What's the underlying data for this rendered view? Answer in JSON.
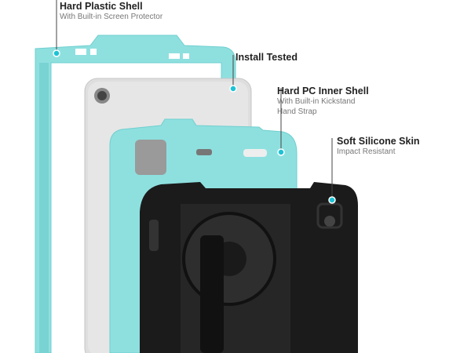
{
  "callouts": [
    {
      "title": "Hard Plastic Shell",
      "subtitle": [
        "With Built-in Screen Protector"
      ]
    },
    {
      "title": "Install Tested",
      "subtitle": []
    },
    {
      "title": "Hard PC Inner Shell",
      "subtitle": [
        "With Built-in Kickstand",
        "Hand Strap"
      ]
    },
    {
      "title": "Soft Silicone Skin",
      "subtitle": [
        "Impact Resistant"
      ]
    }
  ],
  "colors": {
    "teal": "#8ee0df",
    "teal_dark": "#5cc7c8",
    "dot": "#1cc3d6",
    "silver": "#dcdcdc",
    "black": "#1b1b1b"
  }
}
